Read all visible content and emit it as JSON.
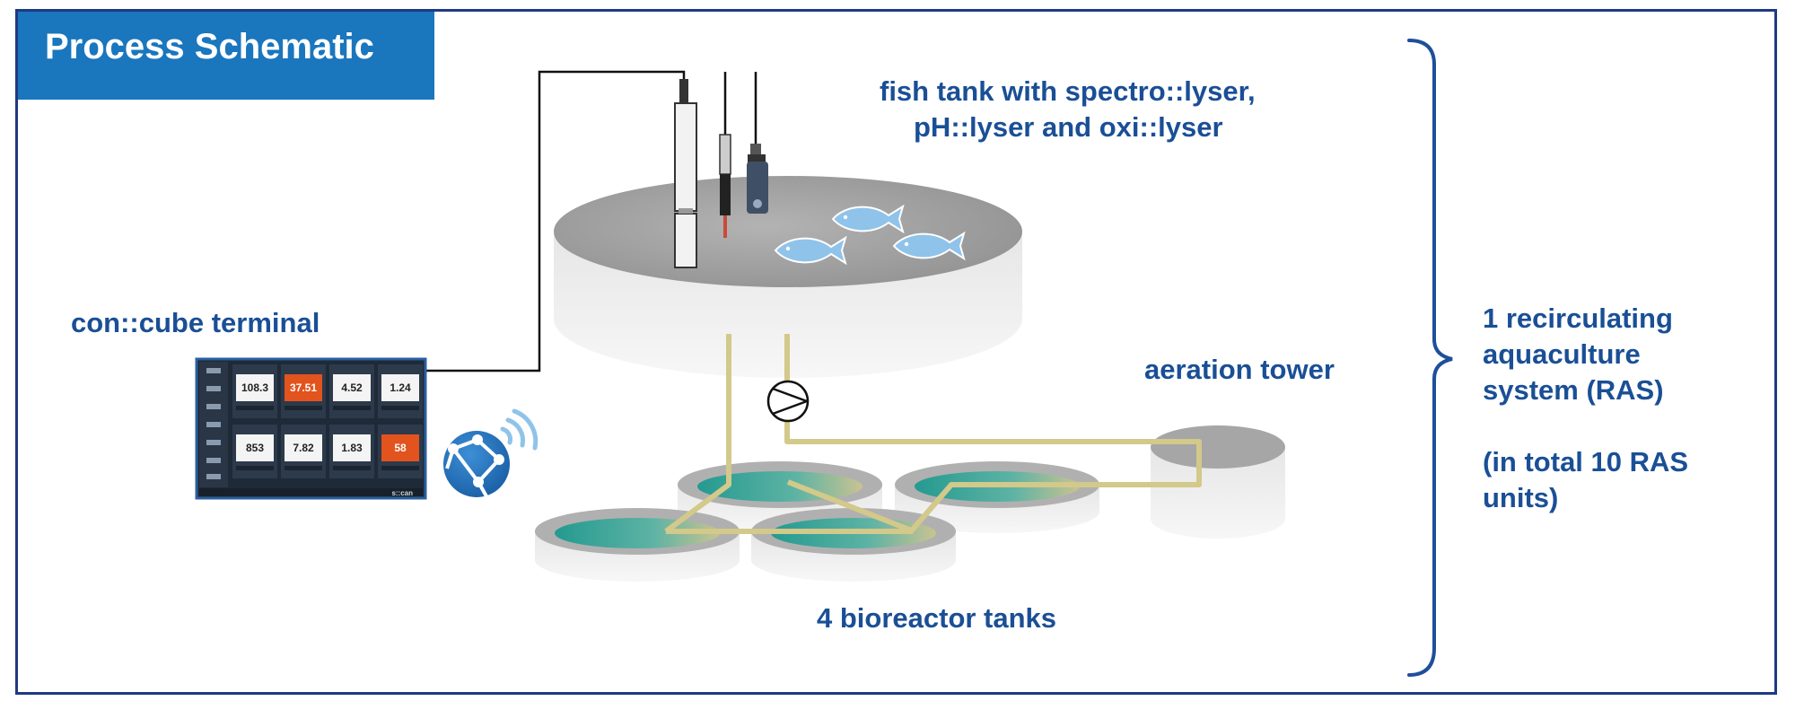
{
  "title": "Process Schematic",
  "labels": {
    "fish_tank_line1": "fish tank with spectro::lyser,",
    "fish_tank_line2": "pH::lyser and oxi::lyser",
    "terminal": "con::cube terminal",
    "aeration": "aeration tower",
    "bioreactors": "4 bioreactor tanks",
    "ras_line1": "1 recirculating",
    "ras_line2": "aquaculture",
    "ras_line3": "system (RAS)",
    "total_line1": "(in total 10 RAS",
    "total_line2": "units)"
  },
  "terminal_screen": {
    "tiles": [
      {
        "value": "108.3",
        "alert": false
      },
      {
        "value": "37.51",
        "alert": true
      },
      {
        "value": "4.52",
        "alert": false
      },
      {
        "value": "1.24",
        "alert": false
      },
      {
        "value": "853",
        "alert": false
      },
      {
        "value": "7.82",
        "alert": false
      },
      {
        "value": "1.83",
        "alert": false
      },
      {
        "value": "58",
        "alert": true
      }
    ],
    "brand": "s::can"
  },
  "colors": {
    "title_bg": "#1a76bd",
    "text_blue": "#1a4f96",
    "frame": "#1f3a84",
    "pipe": "#d2c98a",
    "fish": "#8fc3ea",
    "tank_top": "#9b9b9b",
    "tank_side": "#ececec",
    "water_teal": "#2ba197",
    "alert": "#e2531d"
  },
  "icons": [
    "globe-wifi-icon",
    "pump-icon",
    "fish-icon",
    "sensor-probe-icon",
    "bracket-icon"
  ]
}
